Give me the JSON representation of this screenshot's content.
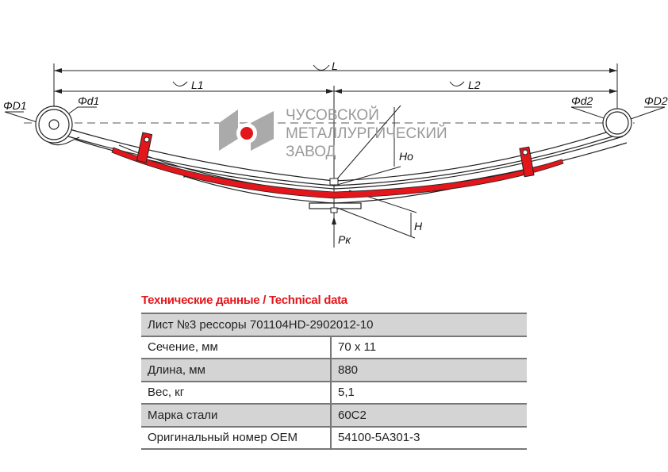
{
  "drawing": {
    "labels": {
      "L": "L",
      "L1": "L1",
      "L2": "L2",
      "D1": "ΦD1",
      "d1": "Φd1",
      "d2": "Φd2",
      "D2": "ΦD2",
      "Ho": "Ho",
      "H": "H",
      "Pk": "Pк"
    },
    "logo": {
      "line1": "ЧУСОВСКОЙ",
      "line2": "МЕТАЛЛУРГИЧЕСКИЙ",
      "line3": "ЗАВОД"
    },
    "highlight_color": "#e3161b"
  },
  "section_title": "Технические данные / Technical data",
  "table": {
    "header": "Лист №3 рессоры 701104HD-2902012-10",
    "rows": [
      {
        "label": "Сечение, мм",
        "value": "70 x 11"
      },
      {
        "label": "Длина, мм",
        "value": "880"
      },
      {
        "label": "Вес, кг",
        "value": "5,1"
      },
      {
        "label": "Марка стали",
        "value": "60С2"
      },
      {
        "label": "Оригинальный номер OEM",
        "value": "54100-5A301-3"
      }
    ]
  }
}
